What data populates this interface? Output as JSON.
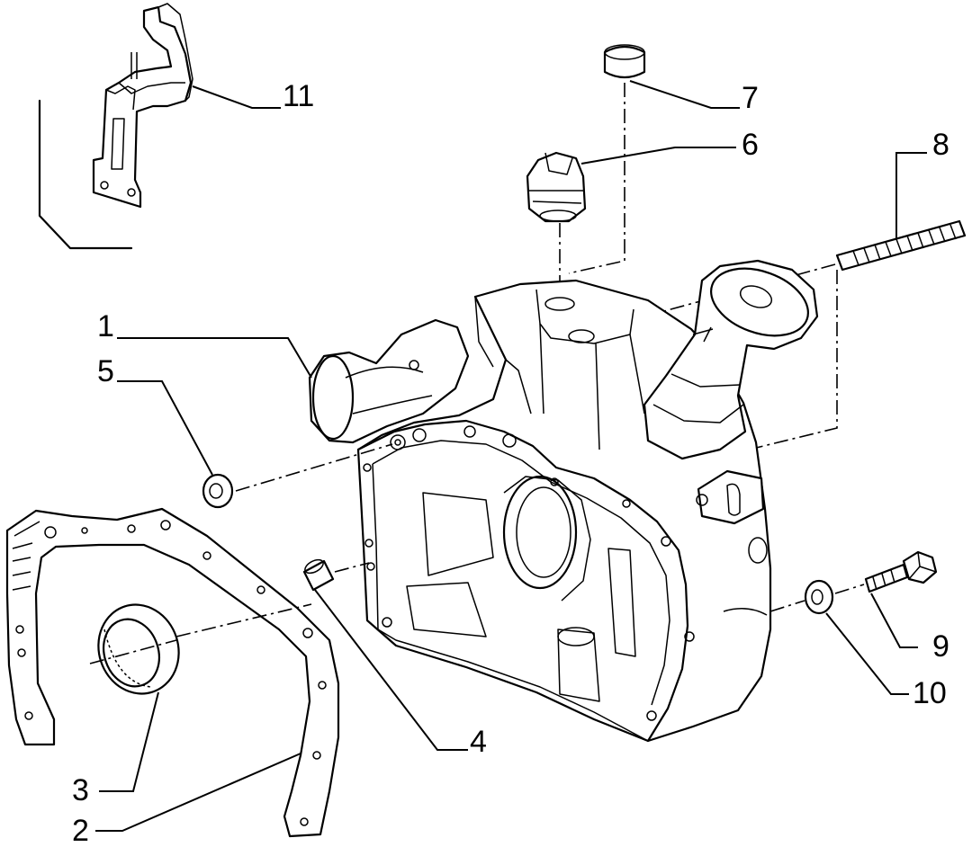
{
  "diagram": {
    "callouts": [
      {
        "id": "1",
        "label": "1"
      },
      {
        "id": "2",
        "label": "2"
      },
      {
        "id": "3",
        "label": "3"
      },
      {
        "id": "4",
        "label": "4"
      },
      {
        "id": "5",
        "label": "5"
      },
      {
        "id": "6",
        "label": "6"
      },
      {
        "id": "7",
        "label": "7"
      },
      {
        "id": "8",
        "label": "8"
      },
      {
        "id": "9",
        "label": "9"
      },
      {
        "id": "10",
        "label": "10"
      },
      {
        "id": "11",
        "label": "11"
      }
    ],
    "colors": {
      "line": "#000000",
      "background": "#ffffff"
    }
  }
}
